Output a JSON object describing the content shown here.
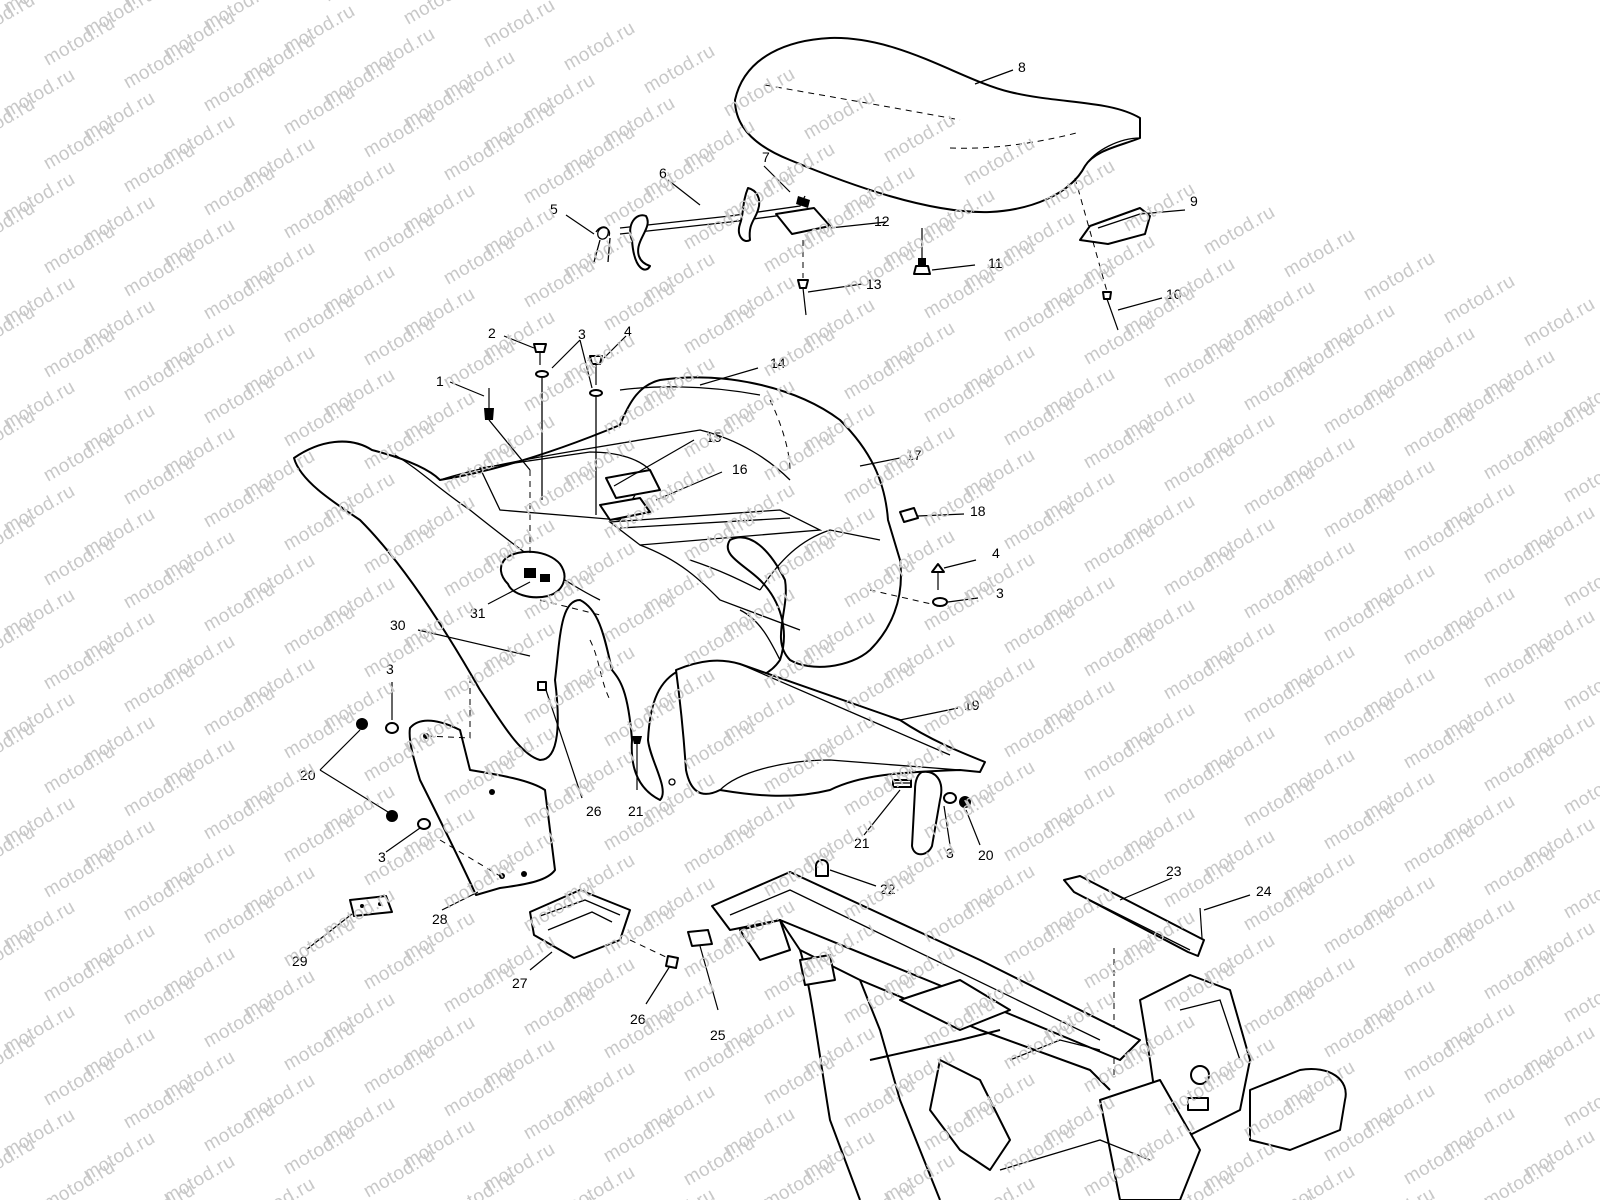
{
  "watermark_text": "motod.ru",
  "callouts": [
    {
      "id": "c1",
      "text": "1"
    },
    {
      "id": "c2",
      "text": "2"
    },
    {
      "id": "c3a",
      "text": "3"
    },
    {
      "id": "c4a",
      "text": "4"
    },
    {
      "id": "c5",
      "text": "5"
    },
    {
      "id": "c6",
      "text": "6"
    },
    {
      "id": "c7",
      "text": "7"
    },
    {
      "id": "c8",
      "text": "8"
    },
    {
      "id": "c9",
      "text": "9"
    },
    {
      "id": "c10",
      "text": "10"
    },
    {
      "id": "c11",
      "text": "11"
    },
    {
      "id": "c12",
      "text": "12"
    },
    {
      "id": "c13",
      "text": "13"
    },
    {
      "id": "c14",
      "text": "14"
    },
    {
      "id": "c15",
      "text": "15"
    },
    {
      "id": "c16",
      "text": "16"
    },
    {
      "id": "c17",
      "text": "17"
    },
    {
      "id": "c18",
      "text": "18"
    },
    {
      "id": "c4b",
      "text": "4"
    },
    {
      "id": "c3b",
      "text": "3"
    },
    {
      "id": "c30",
      "text": "30"
    },
    {
      "id": "c31",
      "text": "31"
    },
    {
      "id": "c19",
      "text": "19"
    },
    {
      "id": "c3c",
      "text": "3"
    },
    {
      "id": "c20a",
      "text": "20"
    },
    {
      "id": "c3d",
      "text": "3"
    },
    {
      "id": "c26a",
      "text": "26"
    },
    {
      "id": "c21a",
      "text": "21"
    },
    {
      "id": "c21b",
      "text": "21"
    },
    {
      "id": "c3e",
      "text": "3"
    },
    {
      "id": "c20b",
      "text": "20"
    },
    {
      "id": "c22",
      "text": "22"
    },
    {
      "id": "c23",
      "text": "23"
    },
    {
      "id": "c24",
      "text": "24"
    },
    {
      "id": "c29",
      "text": "29"
    },
    {
      "id": "c28",
      "text": "28"
    },
    {
      "id": "c27",
      "text": "27"
    },
    {
      "id": "c26b",
      "text": "26"
    },
    {
      "id": "c25",
      "text": "25"
    }
  ]
}
